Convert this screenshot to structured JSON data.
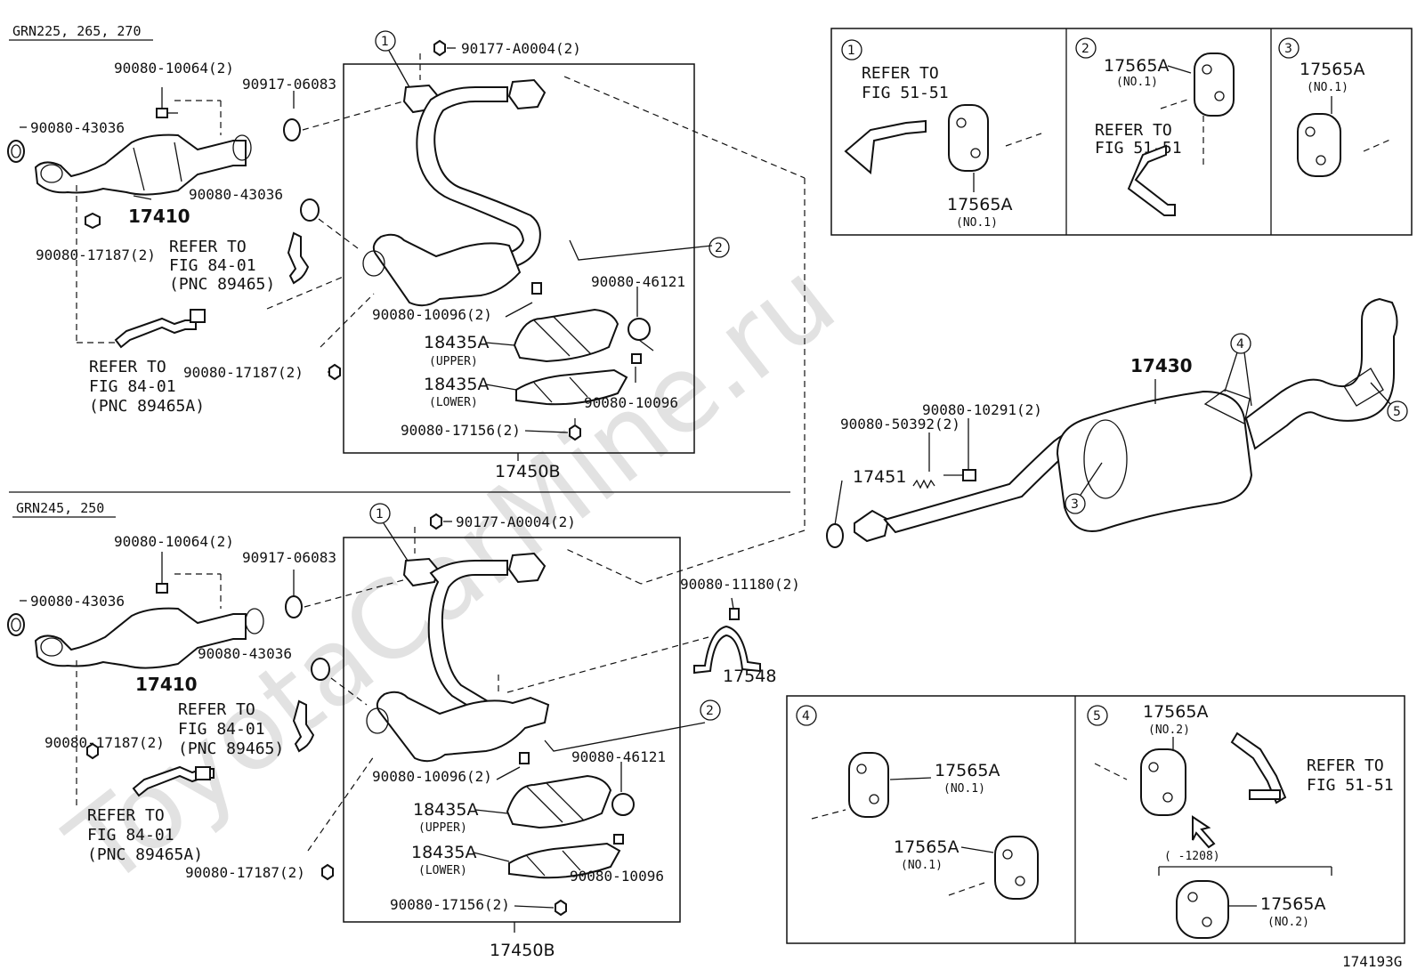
{
  "watermark": "ToyotaCarMine.ru",
  "figure_code": "174193G",
  "sections": {
    "top": {
      "header": "GRN225, 265, 270",
      "callout_1": "1",
      "callout_2": "2",
      "p_90177": "90177-A0004(2)",
      "p_10064": "90080-10064(2)",
      "p_06083": "90917-06083",
      "p_43036a": "90080-43036",
      "p_43036b": "90080-43036",
      "p_17410": "17410",
      "p_17187a": "90080-17187(2)",
      "p_17187b": "90080-17187(2)",
      "refer_a1": "REFER TO",
      "refer_a2": "FIG 84-01",
      "refer_a3": "(PNC 89465)",
      "refer_b1": "REFER TO",
      "refer_b2": "FIG 84-01",
      "refer_b3": "(PNC 89465A)",
      "p_10096": "90080-10096(2)",
      "p_46121": "90080-46121",
      "p_18435u": "18435A",
      "p_upper": "(UPPER)",
      "p_18435l": "18435A",
      "p_lower": "(LOWER)",
      "p_10096b": "90080-10096",
      "p_17156": "90080-17156(2)",
      "p_17450": "17450B"
    },
    "bottom": {
      "header": "GRN245, 250",
      "callout_1": "1",
      "callout_2": "2",
      "p_90177": "90177-A0004(2)",
      "p_10064": "90080-10064(2)",
      "p_06083": "90917-06083",
      "p_43036a": "90080-43036",
      "p_43036b": "90080-43036",
      "p_17410": "17410",
      "p_17187a": "90080-17187(2)",
      "p_17187b": "90080-17187(2)",
      "refer_a1": "REFER TO",
      "refer_a2": "FIG 84-01",
      "refer_a3": "(PNC 89465)",
      "refer_b1": "REFER TO",
      "refer_b2": "FIG 84-01",
      "refer_b3": "(PNC 89465A)",
      "p_10096": "90080-10096(2)",
      "p_46121": "90080-46121",
      "p_18435u": "18435A",
      "p_upper": "(UPPER)",
      "p_18435l": "18435A",
      "p_lower": "(LOWER)",
      "p_10096b": "90080-10096",
      "p_17156": "90080-17156(2)",
      "p_17450": "17450B",
      "p_11180": "90080-11180(2)",
      "p_17548": "17548"
    },
    "right": {
      "p_10291": "90080-10291(2)",
      "p_50392": "90080-50392(2)",
      "p_17451": "17451",
      "p_17430": "17430",
      "callout_3": "3",
      "callout_4": "4",
      "callout_5": "5"
    },
    "detail_1": {
      "num": "1",
      "refer1": "REFER TO",
      "refer2": "FIG 51-51",
      "part": "17565A",
      "sub": "(NO.1)"
    },
    "detail_2": {
      "num": "2",
      "part": "17565A",
      "sub": "(NO.1)",
      "refer1": "REFER TO",
      "refer2": "FIG 51-51"
    },
    "detail_3": {
      "num": "3",
      "part": "17565A",
      "sub": "(NO.1)"
    },
    "detail_4": {
      "num": "4",
      "part_a": "17565A",
      "sub_a": "(NO.1)",
      "part_b": "17565A",
      "sub_b": "(NO.1)"
    },
    "detail_5": {
      "num": "5",
      "part_top": "17565A",
      "sub_top": "(NO.2)",
      "refer1": "REFER TO",
      "refer2": "FIG 51-51",
      "range": "(      -1208)",
      "part_bot": "17565A",
      "sub_bot": "(NO.2)"
    }
  }
}
